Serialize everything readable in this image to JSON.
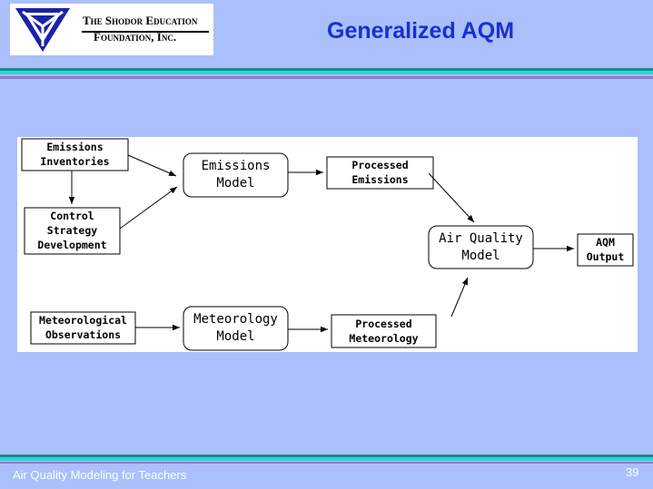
{
  "logo": {
    "org_line1": "The Shodor Education",
    "org_line2": "Foundation, Inc."
  },
  "title": "Generalized AQM",
  "footer": {
    "left_text": "Air Quality Modeling for Teachers",
    "page_number": "39"
  },
  "diagram": {
    "emissions_inventories": [
      "Emissions",
      "Inventories"
    ],
    "control_strategy": [
      "Control",
      "Strategy",
      "Development"
    ],
    "meteorological_observations": [
      "Meteorological",
      "Observations"
    ],
    "emissions_model": [
      "Emissions",
      "Model"
    ],
    "meteorology_model": [
      "Meteorology",
      "Model"
    ],
    "processed_emissions": [
      "Processed",
      "Emissions"
    ],
    "processed_meteorology": [
      "Processed",
      "Meteorology"
    ],
    "air_quality_model": [
      "Air Quality",
      "Model"
    ],
    "aqm_output": [
      "AQM",
      "Output"
    ]
  },
  "colors": {
    "background": "#aabffb",
    "title": "#1a2fd0",
    "band_teal": "#1e8a8a",
    "band_cyan": "#2bd6d6",
    "band_purple": "#9a78c6"
  }
}
